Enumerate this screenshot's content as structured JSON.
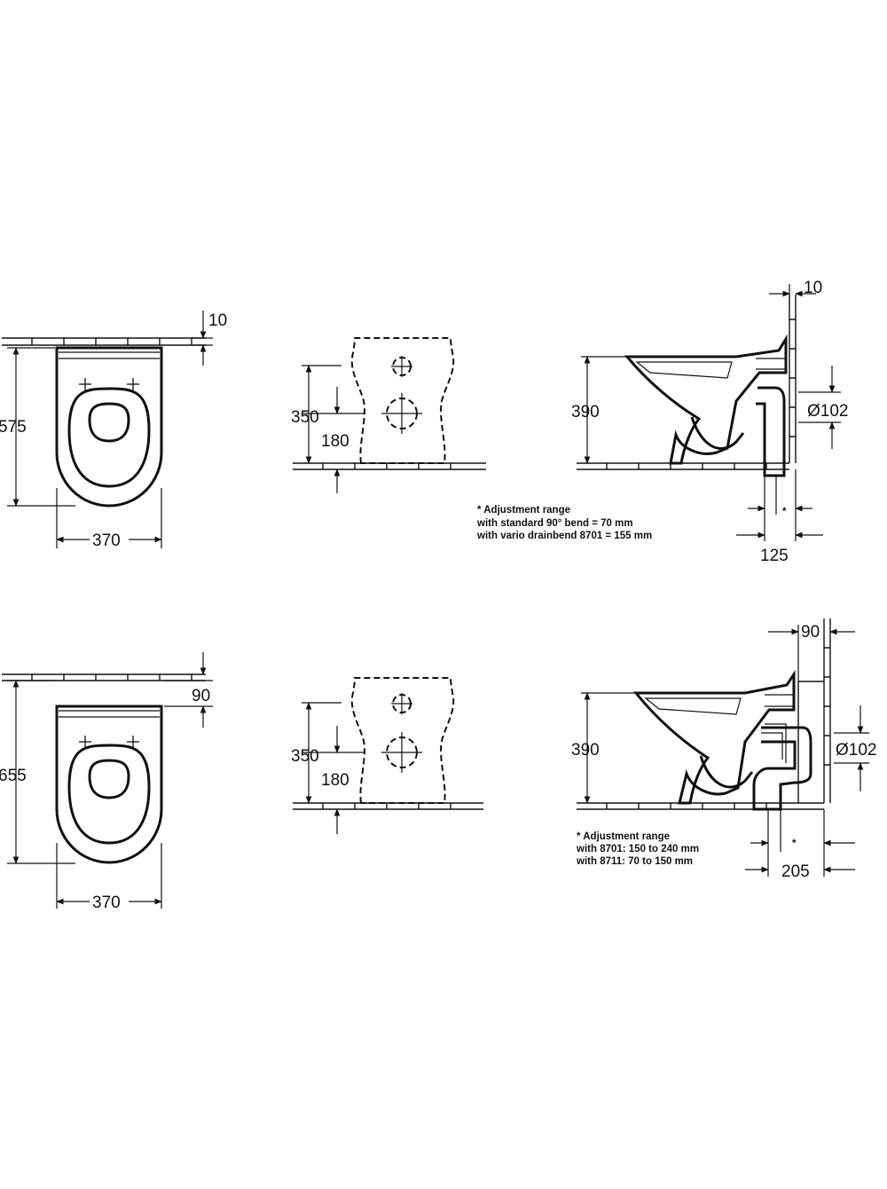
{
  "top_row": {
    "plan_wall_gap": "10",
    "plan_depth": "575",
    "plan_width": "370",
    "front_height_outlet": "350",
    "front_height_lower": "180",
    "side_wall_gap": "10",
    "side_height": "390",
    "side_pipe_diameter": "Ø102",
    "side_outlet_depth": "125",
    "side_star": "*",
    "note_lines": [
      "* Adjustment range",
      "with standard 90° bend = 70 mm",
      "with vario drainbend 8701 = 155 mm"
    ]
  },
  "bottom_row": {
    "plan_wall_gap": "90",
    "plan_depth": "655",
    "plan_width": "370",
    "front_height_outlet": "350",
    "front_height_lower": "180",
    "side_wall_gap": "90",
    "side_height": "390",
    "side_pipe_diameter": "Ø102",
    "side_outlet_depth": "205",
    "side_star": "*",
    "note_lines": [
      "* Adjustment range",
      "with 8701: 150 to 240 mm",
      "with 8711: 70 to 150 mm"
    ]
  }
}
